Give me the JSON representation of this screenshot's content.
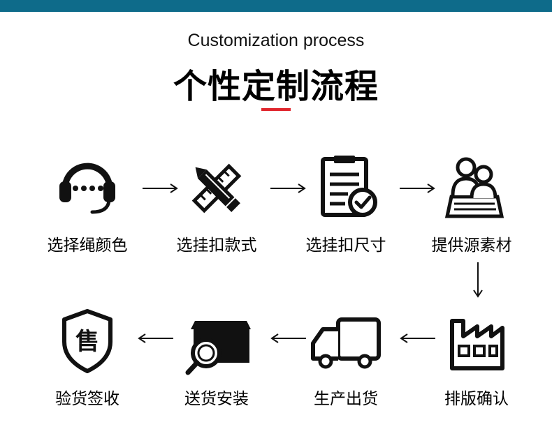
{
  "header": {
    "subtitle": "Customization process",
    "title": "个性定制流程"
  },
  "colors": {
    "top_bar": "#0e6b8a",
    "accent": "#e0262d",
    "icon": "#111111"
  },
  "steps": [
    {
      "label": "选择绳颜色",
      "icon": "headset-icon"
    },
    {
      "label": "选挂扣款式",
      "icon": "pencil-ruler-icon"
    },
    {
      "label": "选挂扣尺寸",
      "icon": "checklist-icon"
    },
    {
      "label": "提供源素材",
      "icon": "users-folder-icon"
    },
    {
      "label": "排版确认",
      "icon": "factory-icon"
    },
    {
      "label": "生产出货",
      "icon": "truck-icon"
    },
    {
      "label": "送货安装",
      "icon": "box-search-icon"
    },
    {
      "label": "验货签收",
      "icon": "shield-icon",
      "badge": "售"
    }
  ]
}
